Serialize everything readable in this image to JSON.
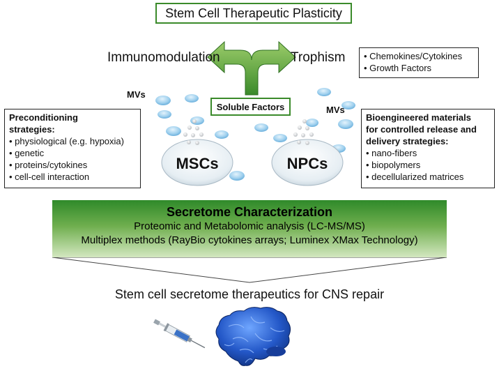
{
  "title": "Stem Cell Therapeutic Plasticity",
  "left_branch": "Immunomodulation",
  "right_branch": "Trophism",
  "trophism_box": {
    "items": [
      "Chemokines/Cytokines",
      "Growth Factors"
    ]
  },
  "soluble_factors": "Soluble Factors",
  "mvs_left": "MVs",
  "mvs_right": "MVs",
  "cells": {
    "left": "MSCs",
    "right": "NPCs"
  },
  "preconditioning": {
    "heading_line1": "Preconditioning",
    "heading_line2": "strategies:",
    "items": [
      "physiological (e.g. hypoxia)",
      "genetic",
      "proteins/cytokines",
      "cell-cell interaction"
    ]
  },
  "bioengineered": {
    "heading_line1": "Bioengineered materials",
    "heading_line2": "for controlled release and",
    "heading_line3": "delivery strategies:",
    "items": [
      "nano-fibers",
      "biopolymers",
      "decellularized matrices"
    ]
  },
  "secretome": {
    "title": "Secretome Characterization",
    "line1": "Proteomic and Metabolomic analysis (LC-MS/MS)",
    "line2": "Multiplex methods (RayBio cytokines arrays; Luminex XMax Technology)"
  },
  "outcome": "Stem cell secretome therapeutics for CNS repair",
  "colors": {
    "green_accent": "#3a8a2a",
    "vesicle_blue": "#8cc4e8",
    "cell_gray": "#dfe8ee",
    "brain_blue": "#1f4fb8"
  },
  "icons": [
    "split-arrow-icon",
    "syringe-icon",
    "brain-icon"
  ]
}
